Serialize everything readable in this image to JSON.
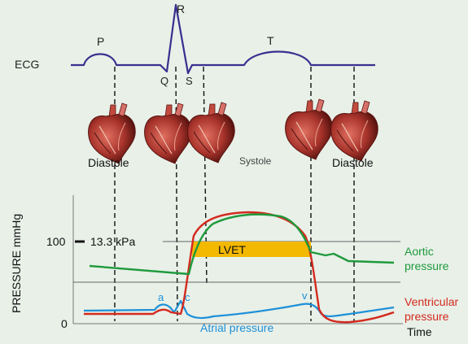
{
  "ecg": {
    "label": "ECG",
    "waves": {
      "p": "P",
      "q": "Q",
      "r": "R",
      "s": "S",
      "t": "T"
    }
  },
  "phases": {
    "diastole_left": "Diastole",
    "systole": "Systole",
    "diastole_right": "Diastole"
  },
  "pressure_axis": {
    "ylabel": "PRESSURE mmHg",
    "tick_100": "100",
    "tick_100_kpa": "13.3 kPa",
    "tick_0": "0",
    "xlabel": "Time"
  },
  "annotations": {
    "lvet": "LVET",
    "a_wave": "a",
    "c_wave": "c",
    "v_wave": "v"
  },
  "curves": {
    "aortic": {
      "label_line1": "Aortic",
      "label_line2": "pressure",
      "color": "#1f9a3c"
    },
    "ventricular": {
      "label_line1": "Ventricular",
      "label_line2": "pressure",
      "color": "#d42a1e"
    },
    "atrial": {
      "label": "Atrial pressure",
      "color": "#1e90d8"
    }
  },
  "colors": {
    "background": "#e8f0e8",
    "ecg_trace": "#3a2f8f",
    "lvet_fill": "#f3b800",
    "heart": "#a8342c"
  },
  "icons": [
    "heart-icon"
  ]
}
